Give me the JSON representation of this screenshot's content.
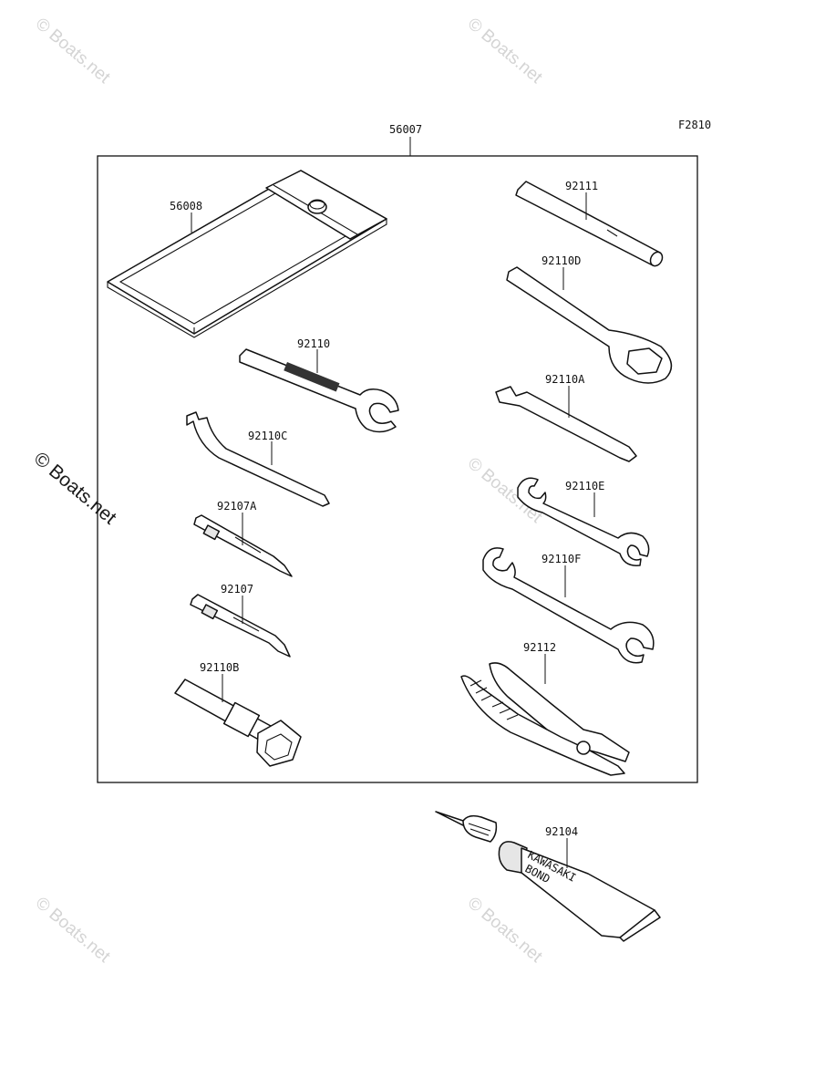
{
  "figure_code": "F2810",
  "watermark_text": "© Boats.net",
  "parts": [
    {
      "id": "kit",
      "number": "56007"
    },
    {
      "id": "tool-bag",
      "number": "56008"
    },
    {
      "id": "wrench-92110",
      "number": "92110"
    },
    {
      "id": "spanner-92110c",
      "number": "92110C"
    },
    {
      "id": "screwdriver-92107a",
      "number": "92107A"
    },
    {
      "id": "screwdriver-92107",
      "number": "92107"
    },
    {
      "id": "plug-wrench-92110b",
      "number": "92110B"
    },
    {
      "id": "handle-92111",
      "number": "92111"
    },
    {
      "id": "box-wrench-92110d",
      "number": "92110D"
    },
    {
      "id": "wrench-92110a",
      "number": "92110A"
    },
    {
      "id": "wrench-92110e",
      "number": "92110E"
    },
    {
      "id": "wrench-92110f",
      "number": "92110F"
    },
    {
      "id": "pliers-92112",
      "number": "92112"
    },
    {
      "id": "bond-92104",
      "number": "92104"
    }
  ],
  "tube_print": {
    "line1": "KAWASAKI",
    "line2": "BOND"
  }
}
